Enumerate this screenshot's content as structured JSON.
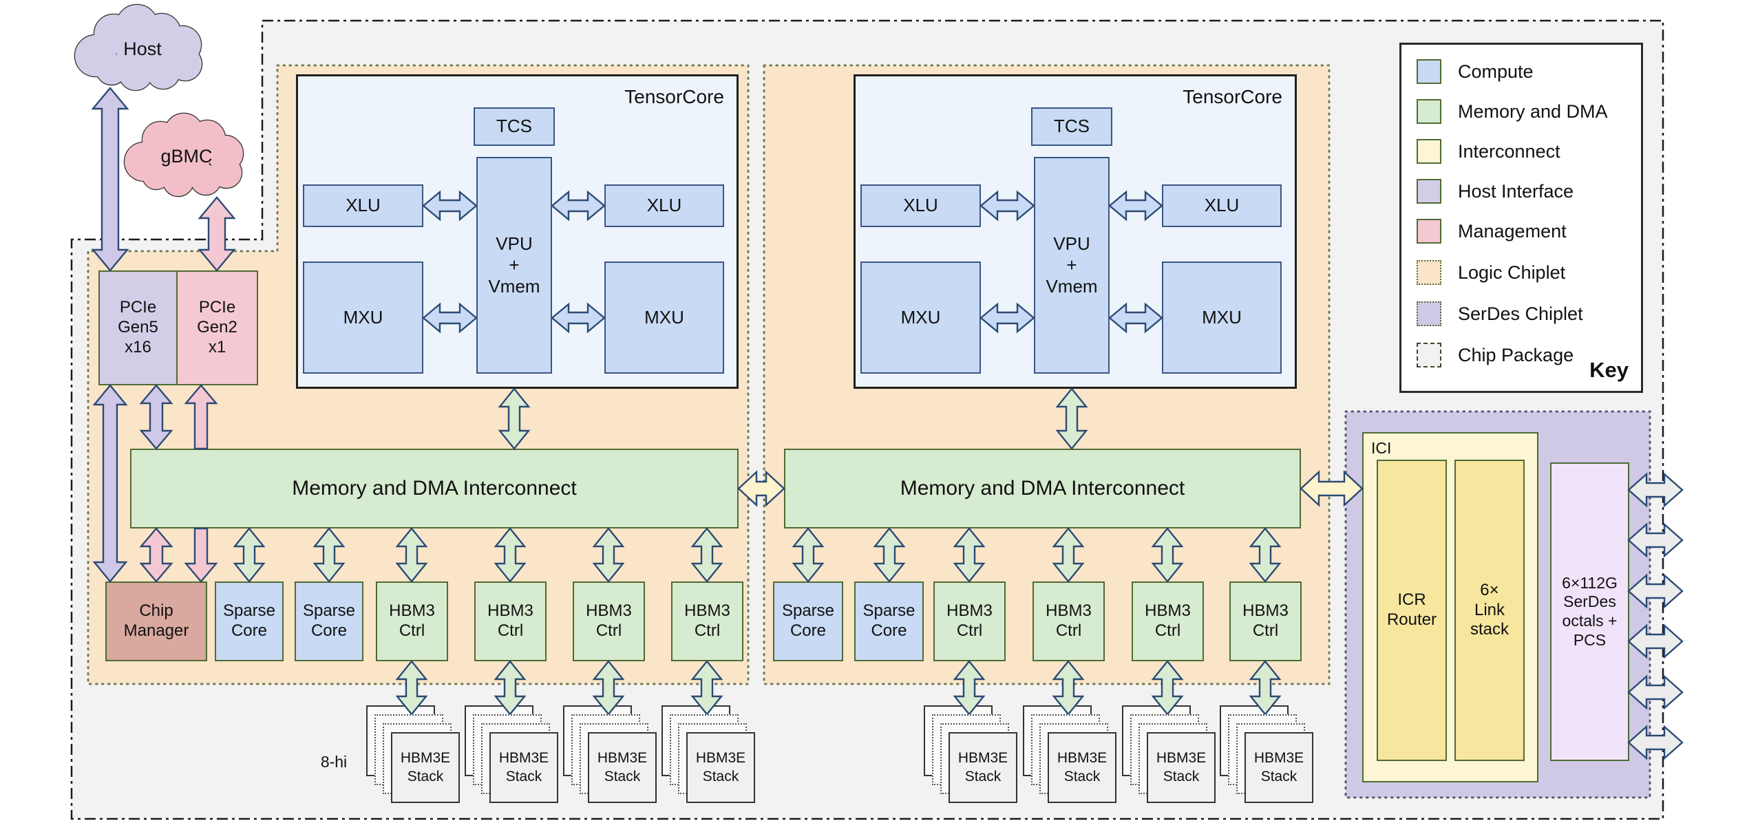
{
  "palette": {
    "compute": "#c8daf4",
    "memory": "#d7ebd0",
    "interconnect": "#fdf6d5",
    "interconnect_inner": "#f6e69e",
    "host_interface": "#d4cde8",
    "management": "#f5c9d2",
    "chip_manager": "#d9a89e",
    "logic_chiplet": "#fbe5c8",
    "serdes_chiplet": "#cfc9e6",
    "serdes_box": "#f1e4fa",
    "package": "#f2f2f3",
    "stack": "#f0f0f0",
    "tensorcore_bg": "#eef4fc",
    "cloud_host": "#d4cde8",
    "cloud_gbmc": "#f2bfc8",
    "arrow_stroke": "#2c4a74",
    "arrow_gray": "#ececec",
    "arrow_green": "#d9ecd2",
    "arrow_lavender": "#cfc8e6",
    "arrow_pink": "#f4c8d3",
    "arrow_blue": "#c8daf4",
    "arrow_yellow": "#fdf3cc"
  },
  "clouds": {
    "host": "Host",
    "gbmc": "gBMC"
  },
  "boxes": {
    "pcie_gen5": "PCIe\nGen5\nx16",
    "pcie_gen2": "PCIe\nGen2\nx1",
    "tensorcore": "TensorCore",
    "tcs": "TCS",
    "vpu": "VPU\n+\nVmem",
    "xlu": "XLU",
    "mxu": "MXU",
    "interconnect": "Memory and DMA Interconnect",
    "chip_manager": "Chip\nManager",
    "sparse_core": "Sparse\nCore",
    "hbm3_ctrl": "HBM3\nCtrl",
    "hbm3e_stack": "HBM3E\nStack",
    "stack_height_note": "8-hi",
    "ici": "ICI",
    "icr_router": "ICR\nRouter",
    "link_stack": "6×\nLink\nstack",
    "serdes": "6×112G\nSerDes\noctals +\nPCS"
  },
  "key": {
    "title": "Key",
    "items": [
      {
        "label": "Compute",
        "swatch": "compute"
      },
      {
        "label": "Memory and DMA",
        "swatch": "memory"
      },
      {
        "label": "Interconnect",
        "swatch": "interconnect"
      },
      {
        "label": "Host Interface",
        "swatch": "host_interface"
      },
      {
        "label": "Management",
        "swatch": "management"
      },
      {
        "label": "Logic Chiplet",
        "swatch": "logic_chiplet",
        "border": "dotted"
      },
      {
        "label": "SerDes Chiplet",
        "swatch": "serdes_chiplet",
        "border": "dotted"
      },
      {
        "label": "Chip Package",
        "swatch": "package",
        "border": "dashdot"
      }
    ]
  }
}
